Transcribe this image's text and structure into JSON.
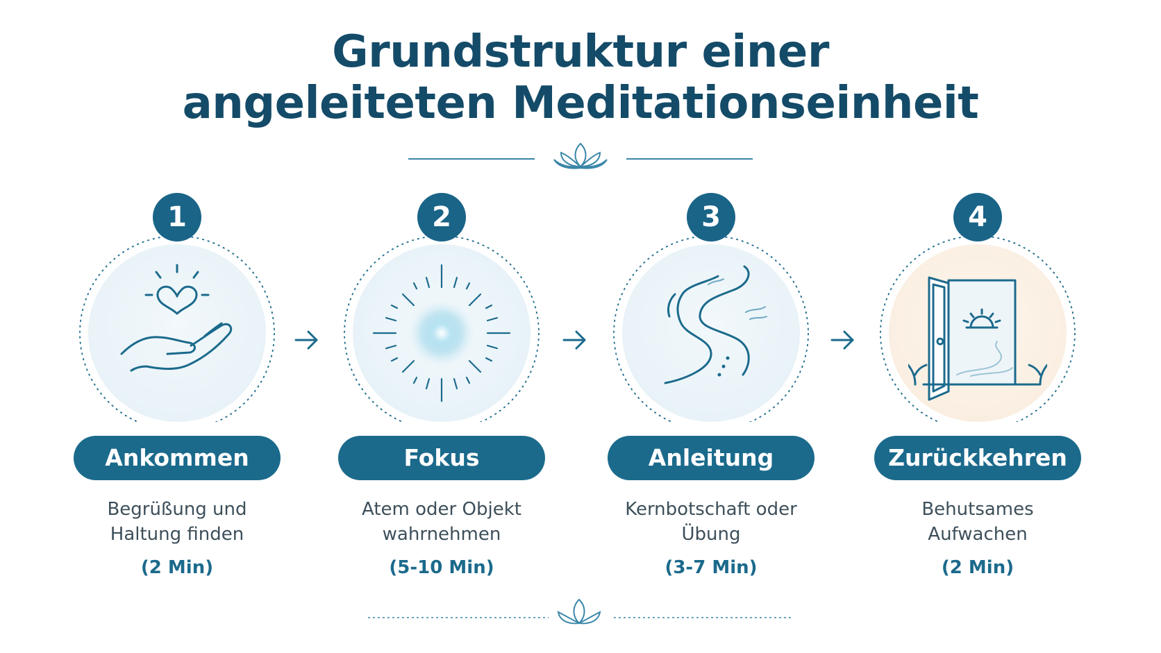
{
  "title_lines": [
    "Grundstruktur einer",
    "angeleiteten Meditationseinheit"
  ],
  "colors": {
    "primary": "#1b6a8c",
    "number_badge": "#1a6488",
    "title": "#144b68",
    "circle_fill": "#e8f3f8",
    "circle_fill_warm": "#fbf0e4",
    "line": "#3a86a8"
  },
  "steps": [
    {
      "number": "1",
      "label": "Ankommen",
      "desc_line1": "Begrüßung und",
      "desc_line2": "Haltung finden",
      "time": "(2 Min)",
      "icon": "hand-heart-icon"
    },
    {
      "number": "2",
      "label": "Fokus",
      "desc_line1": "Atem oder Objekt",
      "desc_line2": "wahrnehmen",
      "time": "(5-10 Min)",
      "icon": "focus-burst-icon"
    },
    {
      "number": "3",
      "label": "Anleitung",
      "desc_line1": "Kernbotschaft oder",
      "desc_line2": "Übung",
      "time": "(3-7 Min)",
      "icon": "winding-path-icon"
    },
    {
      "number": "4",
      "label": "Zurückkehren",
      "desc_line1": "Behutsames",
      "desc_line2": "Aufwachen",
      "time": "(2 Min)",
      "icon": "open-door-icon"
    }
  ]
}
